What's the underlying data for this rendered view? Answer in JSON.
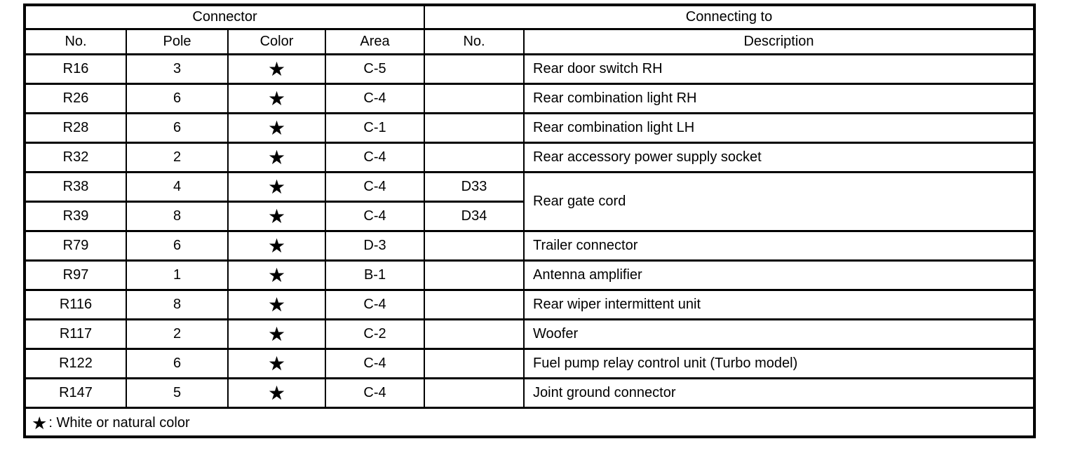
{
  "table": {
    "header_groups": [
      "Connector",
      "Connecting to"
    ],
    "columns": [
      "No.",
      "Pole",
      "Color",
      "Area",
      "No.",
      "Description"
    ],
    "color_symbol": "★",
    "rows": [
      {
        "no": "R16",
        "pole": "3",
        "color": "star",
        "area": "C-5",
        "to_no": "",
        "description": "Rear door switch RH"
      },
      {
        "no": "R26",
        "pole": "6",
        "color": "star",
        "area": "C-4",
        "to_no": "",
        "description": "Rear combination light RH"
      },
      {
        "no": "R28",
        "pole": "6",
        "color": "star",
        "area": "C-1",
        "to_no": "",
        "description": "Rear combination light LH"
      },
      {
        "no": "R32",
        "pole": "2",
        "color": "star",
        "area": "C-4",
        "to_no": "",
        "description": "Rear accessory power supply socket"
      },
      {
        "no": "R38",
        "pole": "4",
        "color": "star",
        "area": "C-4",
        "to_no": "D33",
        "description": "Rear gate cord",
        "description_rowspan": 2
      },
      {
        "no": "R39",
        "pole": "8",
        "color": "star",
        "area": "C-4",
        "to_no": "D34",
        "description_merged": true
      },
      {
        "no": "R79",
        "pole": "6",
        "color": "star",
        "area": "D-3",
        "to_no": "",
        "description": "Trailer connector"
      },
      {
        "no": "R97",
        "pole": "1",
        "color": "star",
        "area": "B-1",
        "to_no": "",
        "description": "Antenna amplifier"
      },
      {
        "no": "R116",
        "pole": "8",
        "color": "star",
        "area": "C-4",
        "to_no": "",
        "description": "Rear wiper intermittent unit"
      },
      {
        "no": "R117",
        "pole": "2",
        "color": "star",
        "area": "C-2",
        "to_no": "",
        "description": "Woofer"
      },
      {
        "no": "R122",
        "pole": "6",
        "color": "star",
        "area": "C-4",
        "to_no": "",
        "description": "Fuel pump relay control unit (Turbo model)"
      },
      {
        "no": "R147",
        "pole": "5",
        "color": "star",
        "area": "C-4",
        "to_no": "",
        "description": "Joint ground connector"
      }
    ],
    "footnote": {
      "symbol": "★",
      "text": ": White or natural color"
    },
    "colors": {
      "line": "#000000",
      "background": "#ffffff",
      "text": "#000000"
    }
  }
}
